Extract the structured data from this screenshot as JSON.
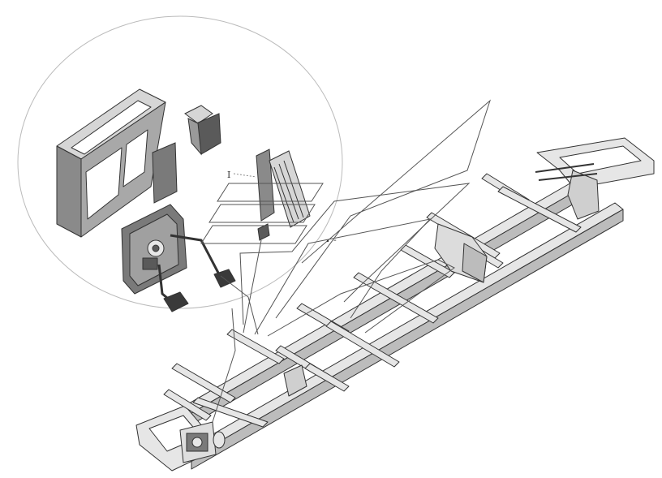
{
  "diagram": {
    "type": "exploded-assembly-drawing",
    "callouts": [
      {
        "id": "detail-ref",
        "label": "I"
      },
      {
        "id": "chassis-ref",
        "label": "-"
      }
    ],
    "colors": {
      "frame_light": "#e6e6e6",
      "frame_side": "#bcbcbc",
      "frame_dark": "#7a7a7a",
      "outline": "#333333",
      "leader": "#555555",
      "detail_circle": "#bbbbbb"
    },
    "components": [
      {
        "id": "chassis-frame",
        "icon": "ladder-frame-icon"
      },
      {
        "id": "cab-mount-bracket",
        "icon": "bracket-icon"
      },
      {
        "id": "floor-panel",
        "icon": "panel-icon"
      },
      {
        "id": "mount-plate",
        "icon": "plate-icon"
      },
      {
        "id": "accelerator-pedal",
        "icon": "pedal-icon"
      },
      {
        "id": "pedal-box",
        "icon": "pedal-assembly-icon"
      },
      {
        "id": "front-control-unit",
        "icon": "control-box-icon"
      }
    ]
  }
}
